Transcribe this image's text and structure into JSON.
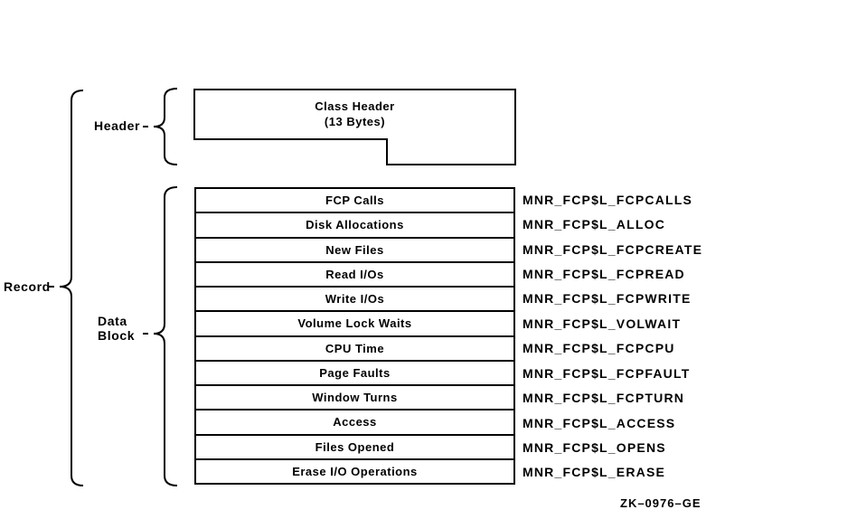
{
  "diagram": {
    "record_label": "Record",
    "header_label": "Header",
    "data_block_label_line1": "Data",
    "data_block_label_line2": "Block",
    "class_header_box": {
      "line1": "Class Header",
      "line2": "(13 Bytes)"
    },
    "rows": [
      {
        "label": "FCP Calls",
        "symbol": "MNR_FCP$L_FCPCALLS"
      },
      {
        "label": "Disk Allocations",
        "symbol": "MNR_FCP$L_ALLOC"
      },
      {
        "label": "New Files",
        "symbol": "MNR_FCP$L_FCPCREATE"
      },
      {
        "label": "Read I/Os",
        "symbol": "MNR_FCP$L_FCPREAD"
      },
      {
        "label": "Write I/Os",
        "symbol": "MNR_FCP$L_FCPWRITE"
      },
      {
        "label": "Volume Lock Waits",
        "symbol": "MNR_FCP$L_VOLWAIT"
      },
      {
        "label": "CPU Time",
        "symbol": "MNR_FCP$L_FCPCPU"
      },
      {
        "label": "Page Faults",
        "symbol": "MNR_FCP$L_FCPFAULT"
      },
      {
        "label": "Window Turns",
        "symbol": "MNR_FCP$L_FCPTURN"
      },
      {
        "label": "Access",
        "symbol": "MNR_FCP$L_ACCESS"
      },
      {
        "label": "Files Opened",
        "symbol": "MNR_FCP$L_OPENS"
      },
      {
        "label": "Erase I/O Operations",
        "symbol": "MNR_FCP$L_ERASE"
      }
    ],
    "caption": "ZK–0976–GE"
  },
  "colors": {
    "line": "#000000",
    "background": "#ffffff"
  }
}
